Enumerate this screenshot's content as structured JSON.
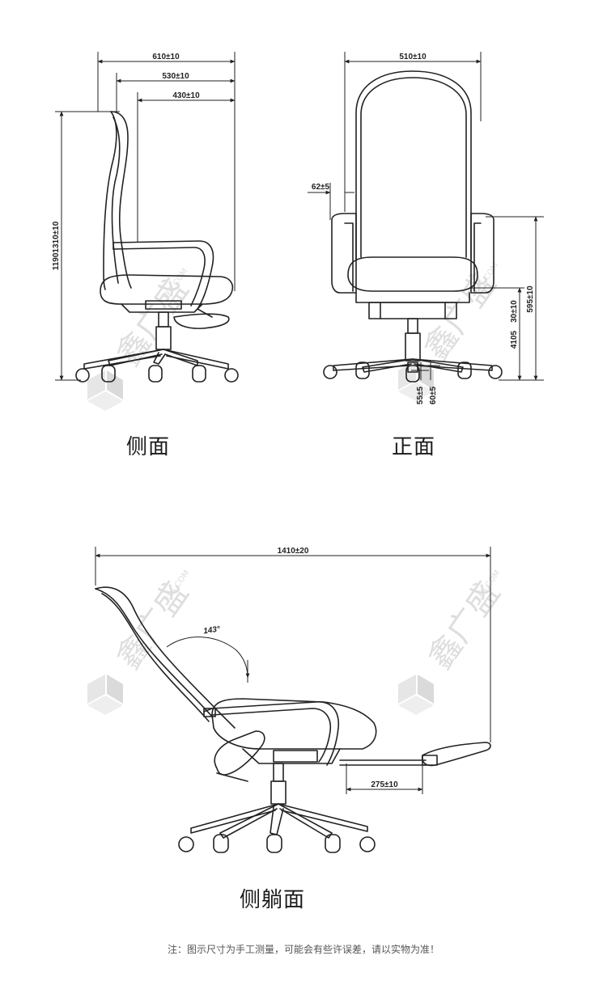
{
  "views": {
    "side": {
      "caption": "侧面",
      "dims": {
        "depth_total": "610±10",
        "depth_mid": "530±10",
        "depth_seat": "430±10",
        "height_range": "11901310±10"
      }
    },
    "front": {
      "caption": "正面",
      "dims": {
        "width": "510±10",
        "arm_offset": "62±5",
        "arm_height": "595±10",
        "seat_travel": "30±10",
        "seat_height": "4105",
        "base_a": "55±5",
        "base_b": "60±5"
      }
    },
    "recline": {
      "caption": "侧躺面",
      "dims": {
        "length": "1410±20",
        "angle": "143°",
        "footrest": "275±10"
      }
    }
  },
  "watermark": {
    "brand": "鑫广盛",
    "domain": "XFS.COM"
  },
  "note": "注：图示尺寸为手工测量，可能会有些许误差，请以实物为准！"
}
